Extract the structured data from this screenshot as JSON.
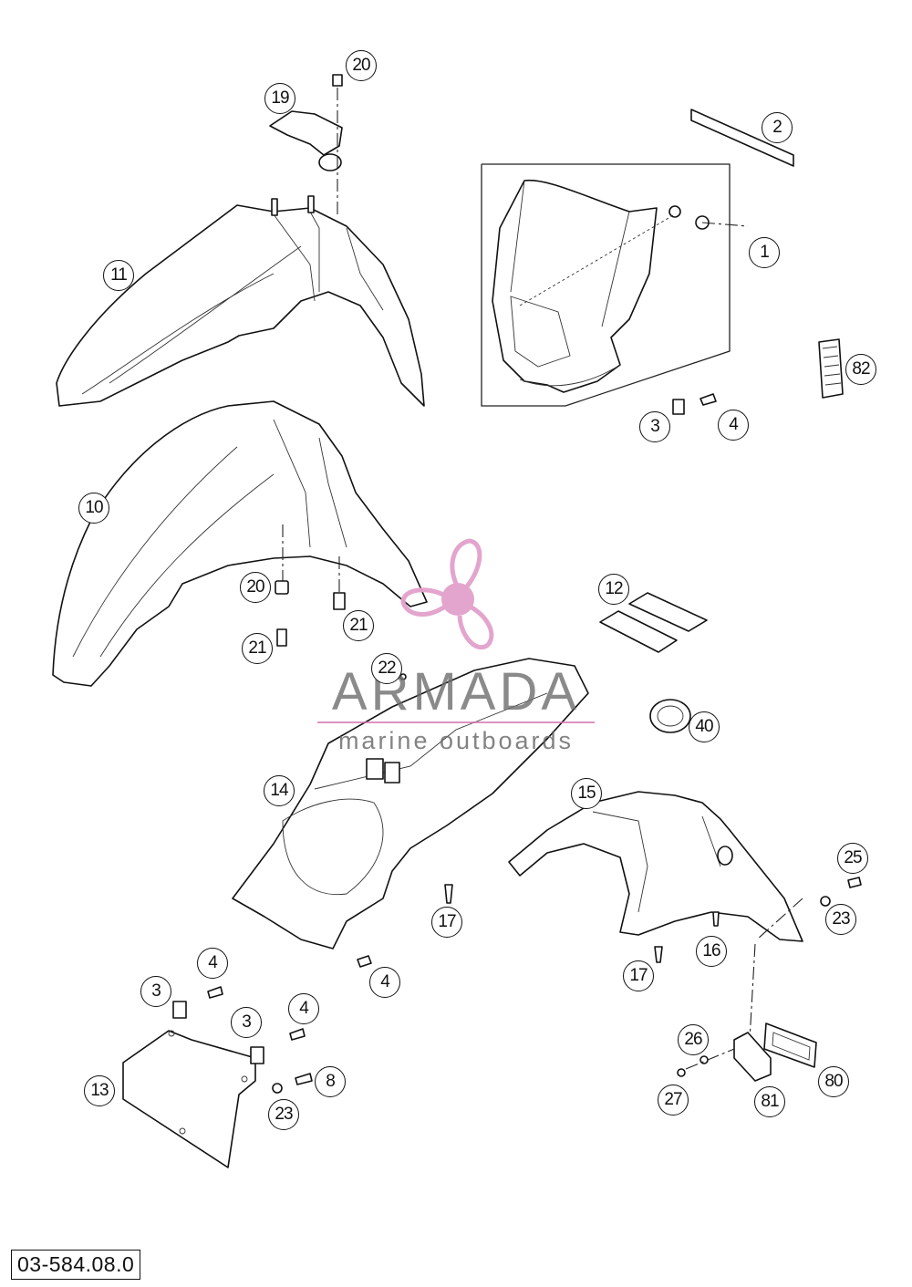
{
  "diagram_code": "03-584.08.0",
  "watermark": {
    "name": "ARMADA",
    "tagline": "marine outboards",
    "accent_color": "#e2a1cb",
    "logo_icon": "propeller-icon"
  },
  "callouts": [
    {
      "id": "c1",
      "label": "1"
    },
    {
      "id": "c2",
      "label": "2"
    },
    {
      "id": "c3a",
      "label": "3"
    },
    {
      "id": "c4a",
      "label": "4"
    },
    {
      "id": "c82",
      "label": "82"
    },
    {
      "id": "c19",
      "label": "19"
    },
    {
      "id": "c20a",
      "label": "20"
    },
    {
      "id": "c11",
      "label": "11"
    },
    {
      "id": "c10",
      "label": "10"
    },
    {
      "id": "c20b",
      "label": "20"
    },
    {
      "id": "c21a",
      "label": "21"
    },
    {
      "id": "c21b",
      "label": "21"
    },
    {
      "id": "c12",
      "label": "12"
    },
    {
      "id": "c22",
      "label": "22"
    },
    {
      "id": "c40",
      "label": "40"
    },
    {
      "id": "c14",
      "label": "14"
    },
    {
      "id": "c15",
      "label": "15"
    },
    {
      "id": "c25",
      "label": "25"
    },
    {
      "id": "c23a",
      "label": "23"
    },
    {
      "id": "c17a",
      "label": "17"
    },
    {
      "id": "c16",
      "label": "16"
    },
    {
      "id": "c17b",
      "label": "17"
    },
    {
      "id": "c4b",
      "label": "4"
    },
    {
      "id": "c4c",
      "label": "4"
    },
    {
      "id": "c3b",
      "label": "3"
    },
    {
      "id": "c3c",
      "label": "3"
    },
    {
      "id": "c4d",
      "label": "4"
    },
    {
      "id": "c8",
      "label": "8"
    },
    {
      "id": "c13",
      "label": "13"
    },
    {
      "id": "c23b",
      "label": "23"
    },
    {
      "id": "c26",
      "label": "26"
    },
    {
      "id": "c27",
      "label": "27"
    },
    {
      "id": "c81",
      "label": "81"
    },
    {
      "id": "c80",
      "label": "80"
    }
  ]
}
